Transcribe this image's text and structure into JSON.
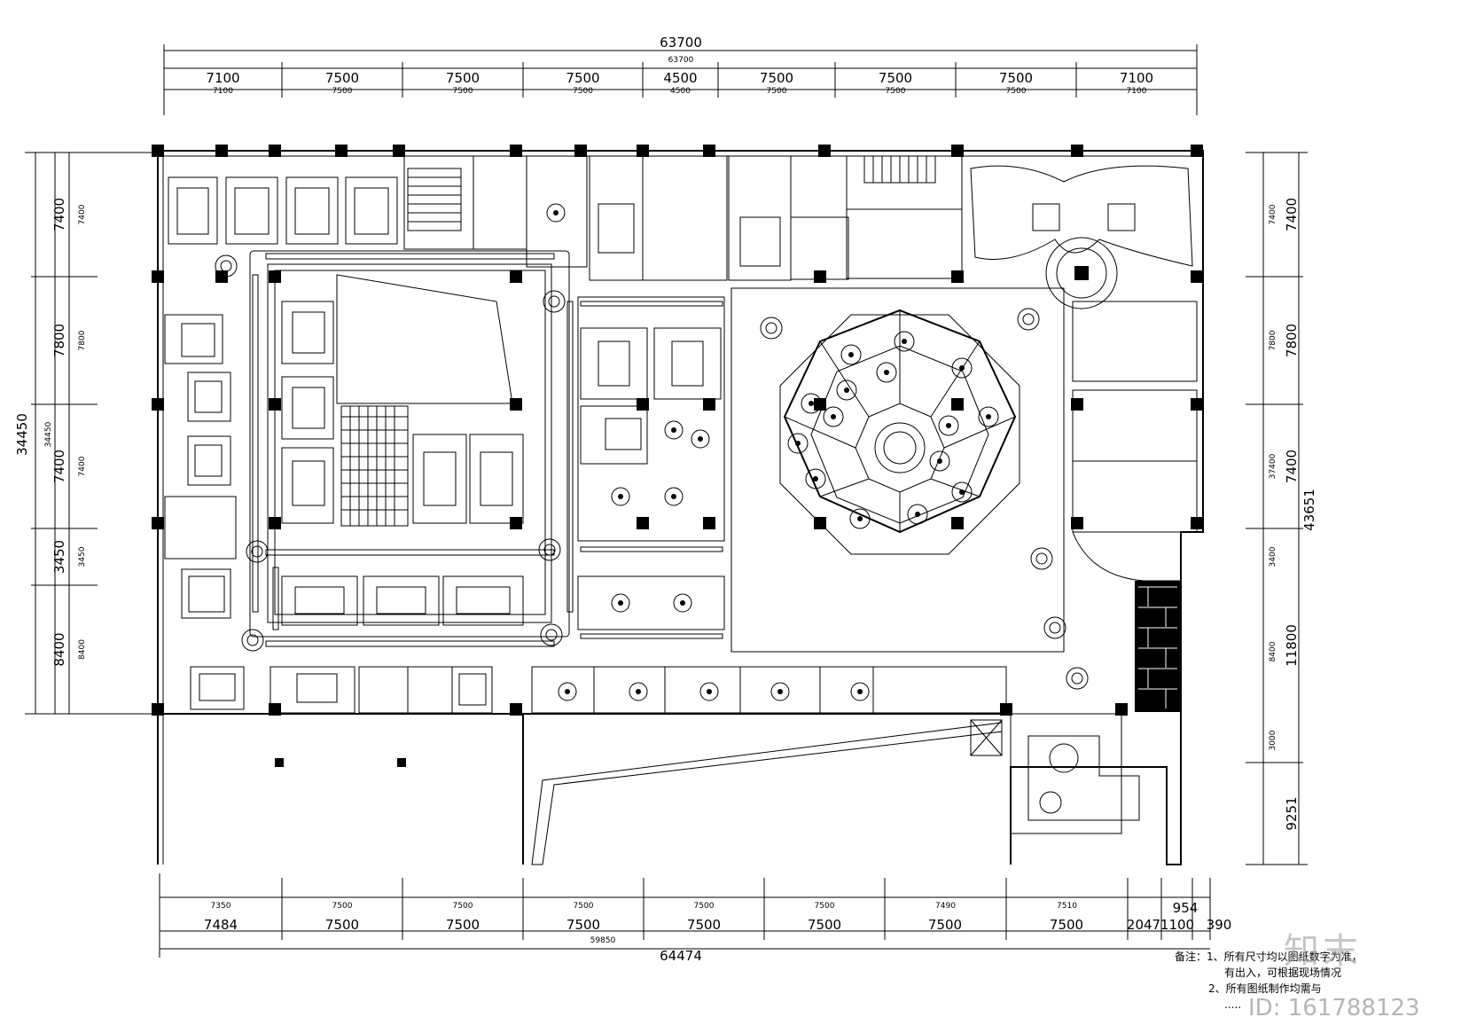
{
  "top_dimensions": {
    "total": "63700",
    "total_small": "63700",
    "spans": [
      "7100",
      "7500",
      "7500",
      "7500",
      "4500",
      "7500",
      "7500",
      "7500",
      "7100"
    ],
    "spans_small": [
      "7100",
      "7500",
      "7500",
      "7500",
      "4500",
      "7500",
      "7500",
      "7500",
      "7100"
    ]
  },
  "left_dimensions": {
    "total": "34450",
    "total_small": "34450",
    "spans": [
      "7400",
      "7800",
      "7400",
      "3450",
      "8400"
    ],
    "spans_small": [
      "7400",
      "7800",
      "7400",
      "3450",
      "8400"
    ]
  },
  "right_dimensions": {
    "total": "43651",
    "spans": [
      "7400",
      "7800",
      "7400",
      "11800",
      "9251"
    ],
    "spans_small": [
      "7400",
      "7800",
      "37400",
      "3400",
      "8400",
      "3000"
    ]
  },
  "bottom_dimensions": {
    "spans_small": [
      "7350",
      "7500",
      "7500",
      "7500",
      "7500",
      "7500",
      "7490",
      "7510"
    ],
    "spans": [
      "7484",
      "7500",
      "7500",
      "7500",
      "7500",
      "7500",
      "7500",
      "7500",
      "2047",
      "1100",
      "390"
    ],
    "extra": "954",
    "total_small": "59850",
    "total": "64474"
  },
  "notes": {
    "line1": "备注：1、所有尺寸均以图纸数字为准，",
    "line2": "有出入，可根据现场情况",
    "line3": "2、所有图纸制作均需与",
    "line4": "....."
  },
  "watermark": {
    "logo": "知末",
    "id": "ID: 161788123"
  }
}
